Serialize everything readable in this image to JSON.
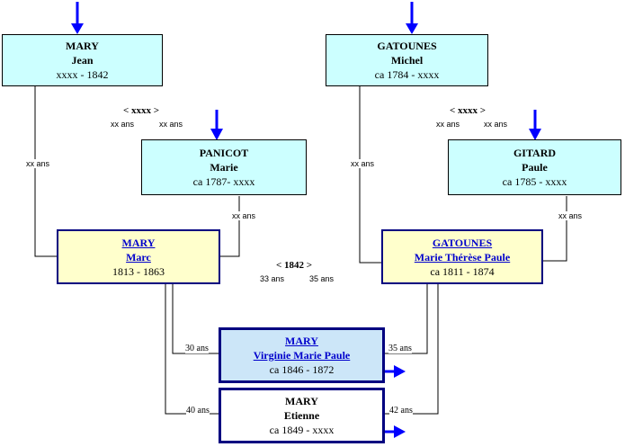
{
  "colors": {
    "arrow": "#0000ff",
    "ancestor_box": "#ccffff",
    "parent_box": "#ffffcc",
    "selected_box": "#cce6f8",
    "link": "#0000cc"
  },
  "persons": {
    "jean": {
      "surname": "MARY",
      "given": "Jean",
      "dates": "xxxx - 1842"
    },
    "michel": {
      "surname": "GATOUNES",
      "given": "Michel",
      "dates": "ca 1784 - xxxx"
    },
    "marie": {
      "surname": "PANICOT",
      "given": "Marie",
      "dates": "ca 1787- xxxx"
    },
    "paule": {
      "surname": "GITARD",
      "given": "Paule",
      "dates": "ca 1785 - xxxx"
    },
    "marc": {
      "surname": "MARY",
      "given": "Marc",
      "dates": "1813 - 1863"
    },
    "mtp": {
      "surname": "GATOUNES",
      "given": "Marie Thérèse Paule",
      "dates": "ca 1811 - 1874"
    },
    "virginie": {
      "surname": "MARY",
      "given": "Virginie Marie Paule",
      "dates": "ca 1846 - 1872"
    },
    "etienne": {
      "surname": "MARY",
      "given": "Etienne",
      "dates": "ca 1849 - xxxx"
    }
  },
  "marriages": {
    "left": {
      "year": "< xxxx >",
      "age1": "xx ans",
      "age2": "xx ans"
    },
    "right": {
      "year": "< xxxx >",
      "age1": "xx ans",
      "age2": "xx ans"
    },
    "center": {
      "year": "< 1842 >",
      "age1": "33 ans",
      "age2": "35 ans"
    }
  },
  "ages": {
    "jean": "xx ans",
    "marie": "xx ans",
    "michel": "xx ans",
    "paule": "xx ans",
    "virginie_father": "30 ans",
    "virginie_mother": "35 ans",
    "etienne_father": "40 ans",
    "etienne_mother": "42 ans"
  }
}
